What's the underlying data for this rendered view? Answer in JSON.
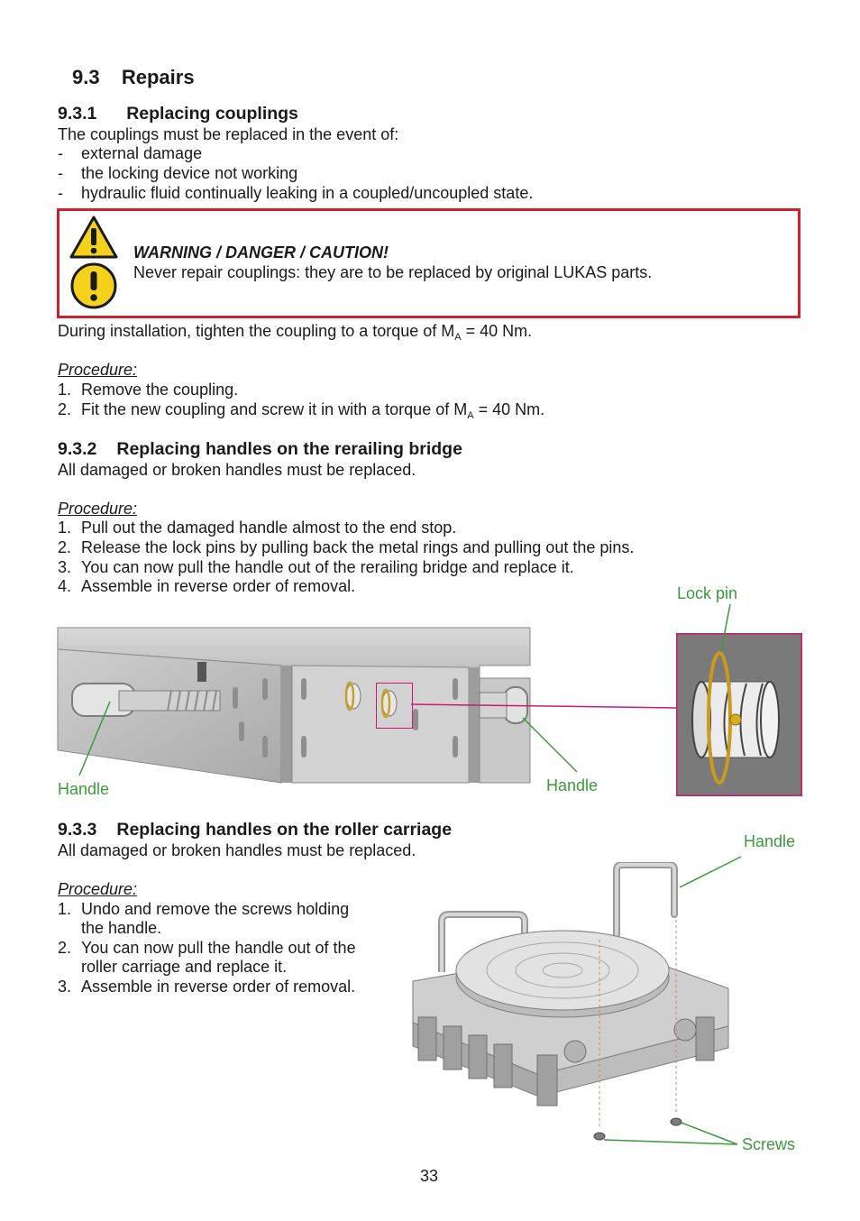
{
  "section": {
    "number": "9.3",
    "title": "Repairs"
  },
  "s1": {
    "number": "9.3.1",
    "title": "Replacing couplings",
    "intro": "The couplings must be replaced in the event of:",
    "bullets": [
      "external damage",
      "the locking device not working",
      "hydraulic fluid continually leaking in a coupled/uncoupled state."
    ],
    "warning_title": "WARNING / DANGER / CAUTION!",
    "warning_text": "Never repair couplings: they are to be replaced by original LUKAS parts.",
    "torque_pre": "During installation, tighten the coupling to a torque of M",
    "torque_sub": "A",
    "torque_post": " = 40 Nm.",
    "procedure_label": "Procedure:",
    "step1": "Remove the coupling.",
    "step2_pre": "Fit the new coupling and screw it in with a torque of M",
    "step2_sub": "A",
    "step2_post": " = 40 Nm."
  },
  "s2": {
    "number": "9.3.2",
    "title": "Replacing handles on the rerailing bridge",
    "intro": "All damaged or broken handles must be replaced.",
    "procedure_label": "Procedure:",
    "steps": [
      "Pull out the damaged handle almost to the end stop.",
      "Release the lock pins by pulling back the metal rings and pulling out the pins.",
      "You can now pull the handle out of the rerailing bridge and replace it.",
      "Assemble in reverse order of removal."
    ],
    "label_lockpin": "Lock pin",
    "label_handle_left": "Handle",
    "label_handle_right": "Handle"
  },
  "s3": {
    "number": "9.3.3",
    "title": "Replacing handles on the roller carriage",
    "intro": "All damaged or broken handles must be replaced.",
    "procedure_label": "Procedure:",
    "step1a": "Undo and remove the screws holding",
    "step1b": "the handle.",
    "step2a": "You can now pull the handle out of the",
    "step2b": "roller carriage and replace it.",
    "step3": "Assemble in reverse order of removal.",
    "label_handle": "Handle",
    "label_screws": "Screws"
  },
  "page_number": "33",
  "colors": {
    "warning_border": "#d0202e",
    "label_green": "#3a9a3a",
    "callout_magenta": "#d0186e"
  }
}
